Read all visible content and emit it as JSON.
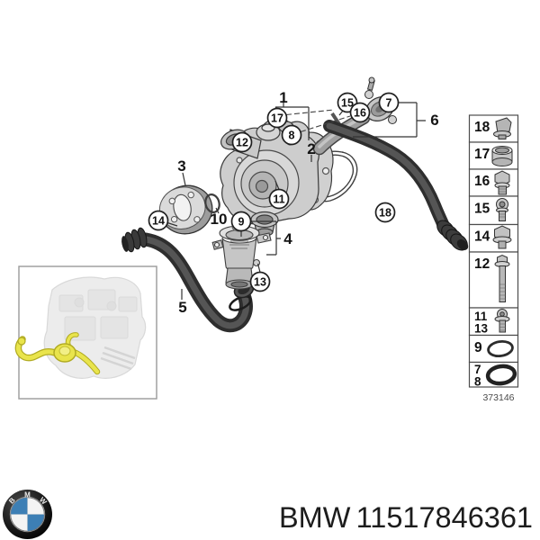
{
  "diagram": {
    "drawing_number": "373146",
    "callouts": [
      {
        "label": "17"
      },
      {
        "label": "8"
      },
      {
        "label": "12"
      },
      {
        "label": "15"
      },
      {
        "label": "16"
      },
      {
        "label": "7"
      },
      {
        "label": "11"
      },
      {
        "label": "14"
      },
      {
        "label": "9"
      },
      {
        "label": "13"
      },
      {
        "label": "18"
      }
    ],
    "labels": [
      {
        "text": "1"
      },
      {
        "text": "2"
      },
      {
        "text": "3"
      },
      {
        "text": "4"
      },
      {
        "text": "5"
      },
      {
        "text": "6"
      },
      {
        "text": "10"
      }
    ],
    "legend": {
      "rows": [
        {
          "labels": [
            "18"
          ],
          "icon": "sensor-cap-icon"
        },
        {
          "labels": [
            "17"
          ],
          "icon": "bushing-icon"
        },
        {
          "labels": [
            "16"
          ],
          "icon": "hex-bolt-icon"
        },
        {
          "labels": [
            "15"
          ],
          "icon": "socket-bolt-icon"
        },
        {
          "labels": [
            "14"
          ],
          "icon": "flange-bolt-icon"
        },
        {
          "labels": [
            "12"
          ],
          "icon": "long-bolt-icon"
        },
        {
          "labels": [
            "11",
            "13"
          ],
          "icon": "short-bolt-icon"
        },
        {
          "labels": [
            "9"
          ],
          "icon": "o-ring-small-icon"
        },
        {
          "labels": [
            "7",
            "8"
          ],
          "icon": "o-ring-large-icon"
        }
      ]
    },
    "inset": {
      "highlight_color": "#e9e44c"
    }
  },
  "footer": {
    "brand": "BMW",
    "part_number": "11517846361",
    "logo": {
      "letters": [
        "B",
        "M",
        "W"
      ],
      "blue": "#3d7fb5"
    }
  }
}
